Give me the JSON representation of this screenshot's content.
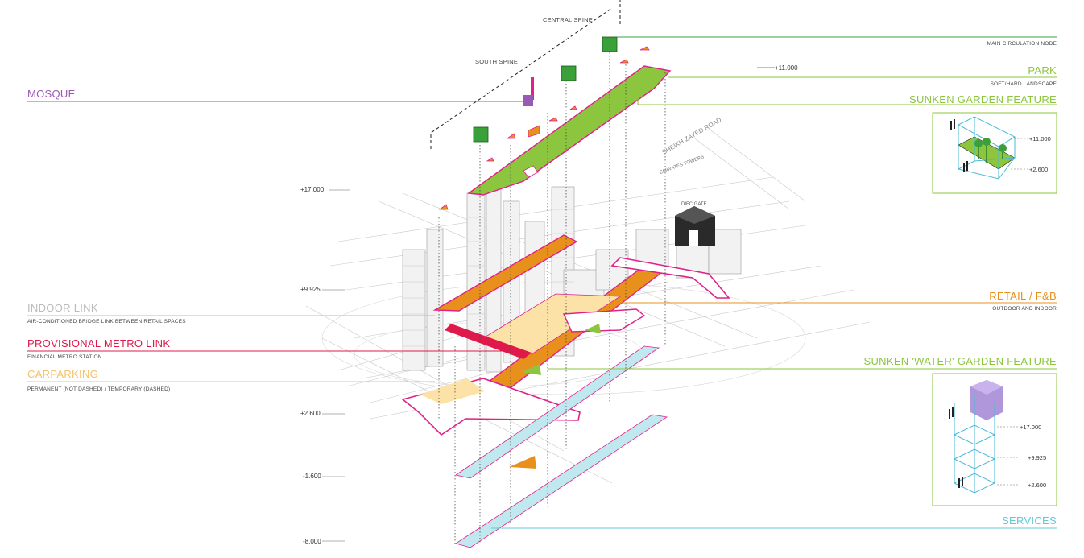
{
  "colors": {
    "mosque": "#9b59b6",
    "park": "#8cc63f",
    "retail": "#e8901c",
    "metro": "#e0194b",
    "indoor": "#bbbbbb",
    "carparking": "#f5c26b",
    "water": "#8cc63f",
    "services": "#66c8d6",
    "circulation": "#3aa03a",
    "platform_pink": "#e0218a",
    "pale_yellow": "#fce2a6",
    "pale_blue": "#bfe9ef"
  },
  "spines": {
    "central": "CENTRAL SPINE",
    "south": "SOUTH SPINE"
  },
  "left_labels": {
    "mosque": "MOSQUE",
    "indoor_link": "INDOOR LINK",
    "indoor_link_sub": "AIR-CONDITIONED BRIDGE LINK BETWEEN RETAIL SPACES",
    "metro_link": "PROVISIONAL METRO LINK",
    "metro_link_sub": "FINANCIAL METRO STATION",
    "carparking": "CARPARKING",
    "carparking_sub": "PERMANENT (NOT DASHED) / TEMPORARY (DASHED)"
  },
  "right_labels": {
    "main_node": "MAIN CIRCULATION NODE",
    "park": "PARK",
    "park_sub": "SOFT/HARD LANDSCAPE",
    "sunken_garden": "SUNKEN GARDEN FEATURE",
    "retail": "RETAIL / F&B",
    "retail_sub": "OUTDOOR AND INDOOR",
    "water_garden": "SUNKEN 'WATER' GARDEN FEATURE",
    "services": "SERVICES"
  },
  "levels": {
    "top": "+11.000",
    "l17": "+17.000",
    "l9925": "+9.925",
    "l26": "+2.600",
    "lm16": "-1.600",
    "lm8": "-8.000"
  },
  "map_labels": {
    "road": "SHEIKH ZAYED ROAD",
    "gate": "DIFC GATE",
    "emirates": "EMIRATES TOWERS"
  },
  "inset1": {
    "top": "+11.000",
    "bottom": "+2.600"
  },
  "inset2": {
    "top": "+17.000",
    "mid": "+9.925",
    "bottom": "+2.600"
  }
}
